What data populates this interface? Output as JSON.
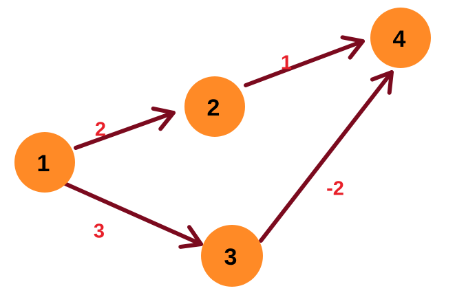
{
  "colors": {
    "node_fill": "#FF8A26",
    "edge_stroke": "#7B0A1E",
    "weight_text": "#E8202A",
    "node_text": "#000000",
    "background": "#FFFFFF"
  },
  "nodes": [
    {
      "id": "1",
      "label": "1"
    },
    {
      "id": "2",
      "label": "2"
    },
    {
      "id": "3",
      "label": "3"
    },
    {
      "id": "4",
      "label": "4"
    }
  ],
  "edges": [
    {
      "from": "1",
      "to": "2",
      "weight": "2"
    },
    {
      "from": "1",
      "to": "3",
      "weight": "3"
    },
    {
      "from": "2",
      "to": "4",
      "weight": "1"
    },
    {
      "from": "3",
      "to": "4",
      "weight": "-2"
    }
  ]
}
